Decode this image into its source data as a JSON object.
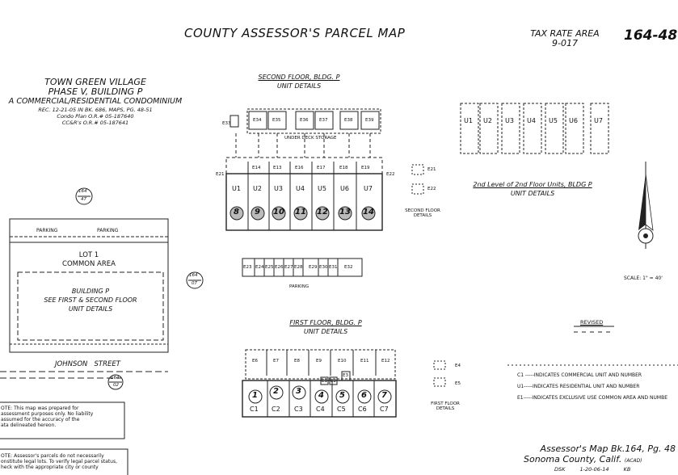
{
  "header": {
    "title": "COUNTY ASSESSOR'S PARCEL MAP",
    "tax_rate_area_label": "TAX RATE AREA",
    "tax_rate_area_value": "9-017",
    "page_number": "164-48"
  },
  "project": {
    "line1": "TOWN GREEN VILLAGE",
    "line2": "PHASE V, BUILDING P",
    "line3": "A COMMERCIAL/RESIDENTIAL CONDOMINIUM",
    "rec": "REC. 12-21-05 IN BK. 686, MAPS, PG. 48-51",
    "condo_plan": "Condo Plan  O.R.# 05-187640",
    "ccrs": "CC&R's  O.R.# 05-187641"
  },
  "second_floor": {
    "heading": "SECOND FLOOR, BLDG. P",
    "subheading": "UNIT DETAILS",
    "storage_units": [
      "E34",
      "E35",
      "E36",
      "E37",
      "E38",
      "E39"
    ],
    "under_deck": "UNDER DECK STORAGE",
    "e_side": [
      "E33",
      "E21",
      "E22"
    ],
    "upper_row": [
      "E14",
      "E13",
      "E16",
      "E17",
      "E18",
      "E19"
    ],
    "units": [
      "U1",
      "U2",
      "U3",
      "U4",
      "U5",
      "U6",
      "U7"
    ],
    "circle_numbers": [
      "8",
      "9",
      "10",
      "11",
      "12",
      "13",
      "14"
    ],
    "parking_units": [
      "E23",
      "E24",
      "E25",
      "E26",
      "E27",
      "E28",
      "E29",
      "E30",
      "E31",
      "E32"
    ],
    "parking_label": "PARKING",
    "details_e": [
      "E21",
      "E22"
    ],
    "details_label": "SECOND FLOOR DETAILS"
  },
  "second_level": {
    "units": [
      "U1",
      "U2",
      "U3",
      "U4",
      "U5",
      "U6",
      "U7"
    ],
    "heading": "2nd Level of 2nd Floor Units,  BLDG P",
    "subheading": "UNIT DETAILS"
  },
  "site": {
    "map_ref_top_a": "164",
    "map_ref_top_b": "47",
    "map_ref_right_a": "164",
    "map_ref_right_b": "07",
    "map_ref_bottom_a": "164",
    "map_ref_bottom_b": "02",
    "parking_left": "PARKING",
    "parking_right": "PARKING",
    "lot": "LOT 1",
    "common_area": "COMMON AREA",
    "building": "BUILDING P",
    "see_details_1": "SEE FIRST & SECOND FLOOR",
    "see_details_2": "UNIT DETAILS",
    "street": "JOHNSON   STREET"
  },
  "first_floor": {
    "heading": "FIRST FLOOR, BLDG. P",
    "subheading": "UNIT DETAILS",
    "top_row": [
      "E6",
      "E7",
      "E8",
      "E9",
      "E10",
      "E11",
      "E12"
    ],
    "mid_row": [
      "E1",
      "E2",
      "E3"
    ],
    "units": [
      "C1",
      "C2",
      "C3",
      "C4",
      "C5",
      "C6",
      "C7"
    ],
    "circle_numbers": [
      "1",
      "2",
      "3",
      "4",
      "5",
      "6",
      "7"
    ],
    "details_e": [
      "E4",
      "E5"
    ],
    "details_label": "FIRST FLOOR DETAILS"
  },
  "scale": "SCALE:  1\" = 40'",
  "revised": "REVISED",
  "legend": [
    "C1 -----INDICATES COMMERCIAL UNIT AND NUMBER",
    "U1-----INDICATES RESIDENTIAL UNIT AND NUMBER",
    "E1-----INDICATES EXCLUSIVE USE COMMON AREA AND NUMBE"
  ],
  "note1": [
    "OTE: This map was prepared for",
    "assessment purposes only. No liability",
    "assumed for the accuracy of the",
    "ata delineated hereon."
  ],
  "note2": [
    "OTE:  Assessor's parcels do not necessarily",
    "onstitute legal lots. To verify legal parcel status,",
    "heck with the appropriate city or county"
  ],
  "footer": {
    "line1": "Assessor's Map Bk.164, Pg. 48",
    "line2": "Sonoma County, Calif.",
    "acad": "(ACAD)",
    "dsk": "DSK",
    "date": "1-20-06-14",
    "initials": "KB"
  }
}
